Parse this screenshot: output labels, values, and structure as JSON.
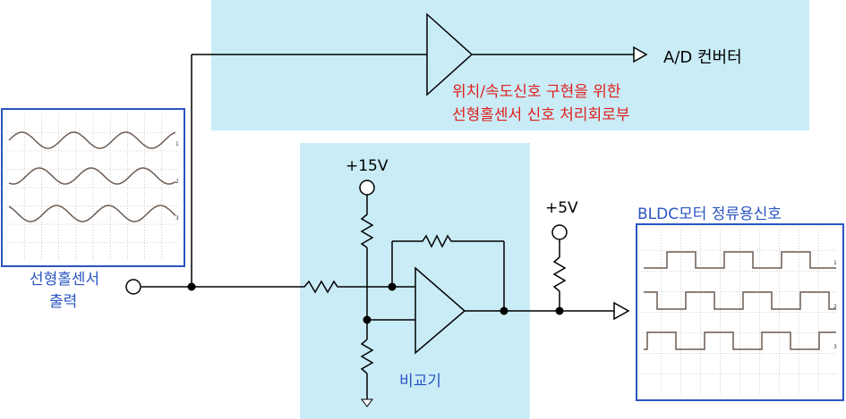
{
  "labels": {
    "ad_converter": "A/D 컨버터",
    "processing_line1": "위치/속도신호 구현을 위한",
    "processing_line2": "선형홀센서 신호 처리회로부",
    "vplus15": "+15V",
    "vplus5": "+5V",
    "comparator": "비교기",
    "sensor_output_line1": "선형홀센서",
    "sensor_output_line2": "출력",
    "bldc_title": "BLDC모터 정류용신호"
  },
  "scope_left": {
    "channels": [
      "1",
      "2",
      "3"
    ],
    "waveform": "sine"
  },
  "scope_right": {
    "channels": [
      "1",
      "2",
      "3"
    ],
    "waveform": "square"
  },
  "colors": {
    "region_fill": "#c9ecf7",
    "box_border": "#2a55c0",
    "caption_red": "#e0201c",
    "caption_blue": "#2a55c0",
    "wire": "#000000",
    "trace": "#6b5b52",
    "grid": "#aaaaaa"
  }
}
